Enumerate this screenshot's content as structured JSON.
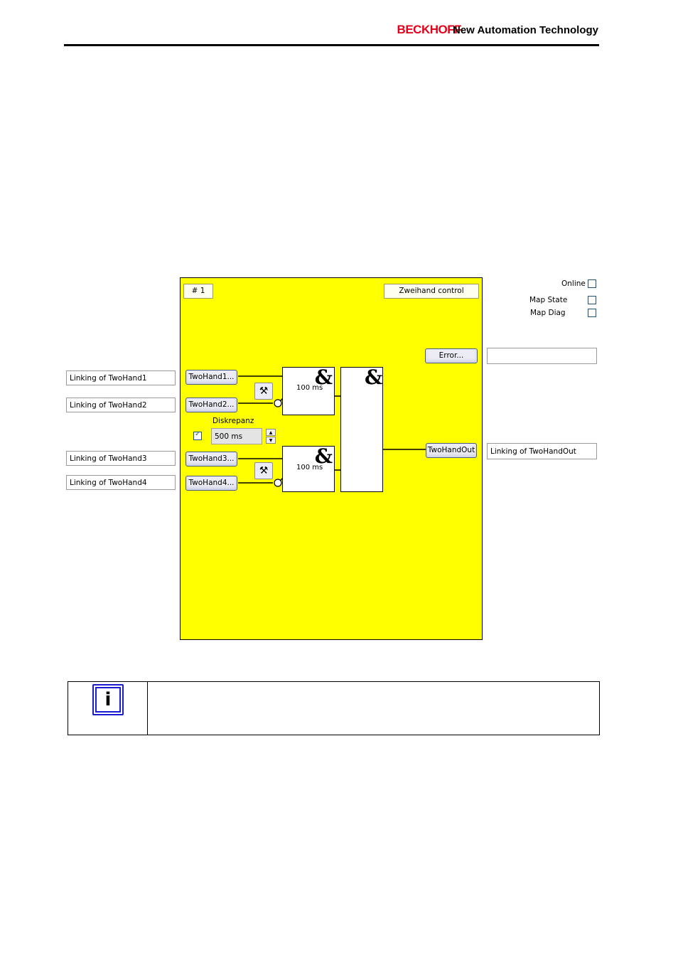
{
  "header": {
    "brand": "BECKHOFF",
    "tagline": "New Automation Technology"
  },
  "panel": {
    "id_label": "# 1",
    "function_label": "Zweihand control",
    "colors": {
      "background": "#ffff00",
      "button": "#ececf4",
      "accent_brand": "#e2001a"
    }
  },
  "options": {
    "online": {
      "label": "Online",
      "checked": false
    },
    "map_state": {
      "label": "Map State",
      "checked": false
    },
    "map_diag": {
      "label": "Map Diag",
      "checked": false
    }
  },
  "inputs": [
    {
      "button": "TwoHand1...",
      "linking": "Linking of TwoHand1"
    },
    {
      "button": "TwoHand2...",
      "linking": "Linking of TwoHand2"
    },
    {
      "button": "TwoHand3...",
      "linking": "Linking of TwoHand3"
    },
    {
      "button": "TwoHand4...",
      "linking": "Linking of TwoHand4"
    }
  ],
  "gates": [
    {
      "symbol": "&",
      "time": "100 ms"
    },
    {
      "symbol": "&",
      "time": "100 ms"
    },
    {
      "symbol": "&"
    }
  ],
  "discrepancy": {
    "label": "Diskrepanz",
    "checked": true,
    "value": "500 ms"
  },
  "error": {
    "button": "Error...",
    "value": ""
  },
  "output": {
    "button": "TwoHandOut",
    "linking": "Linking of TwoHandOut"
  },
  "icons": {
    "tool_icon": "hammer-wrench-icon",
    "info_icon": "info-icon",
    "spin_up": "arrow-up-icon",
    "spin_down": "arrow-down-icon"
  }
}
